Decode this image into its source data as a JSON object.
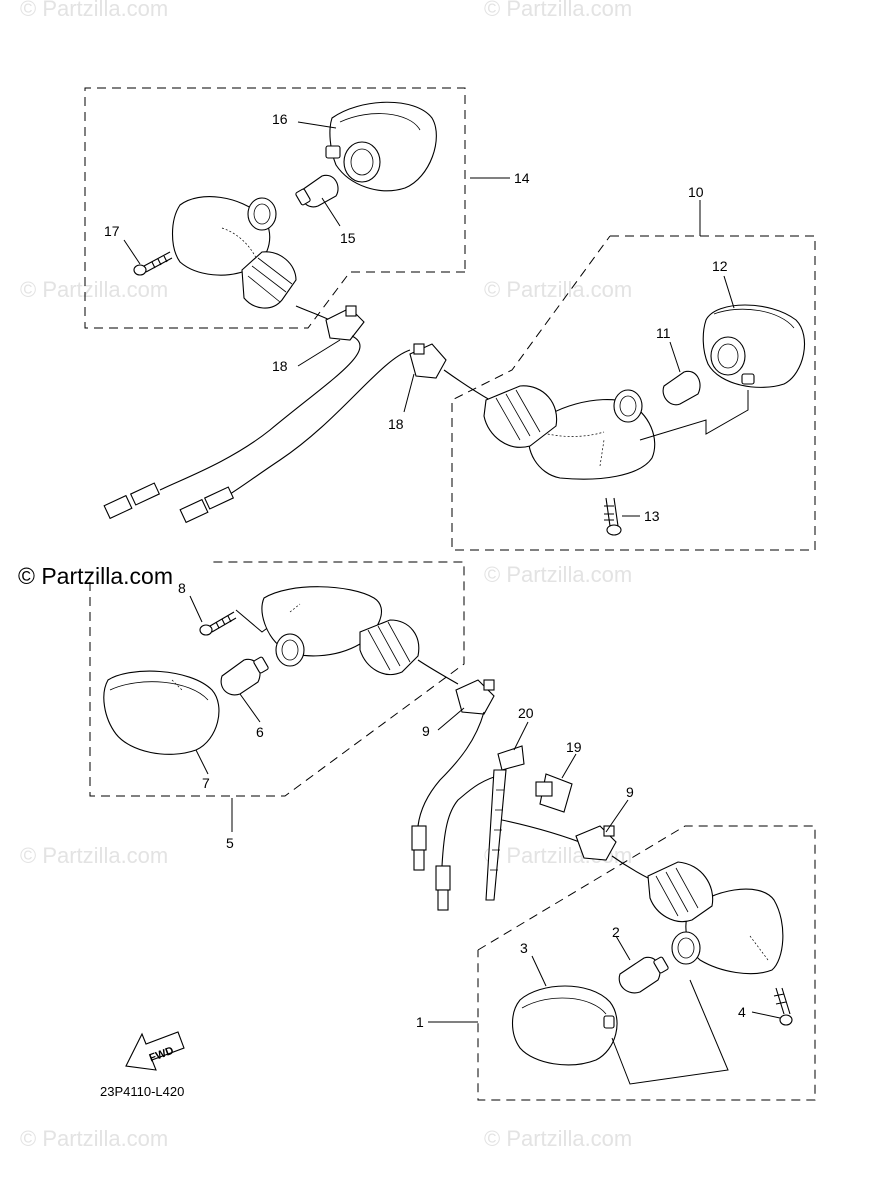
{
  "watermarks": {
    "faint": "© Partzilla.com",
    "strong": "© Partzilla.com"
  },
  "callouts": {
    "c1": "1",
    "c2": "2",
    "c3": "3",
    "c4": "4",
    "c5": "5",
    "c6": "6",
    "c7": "7",
    "c8": "8",
    "c9a": "9",
    "c9b": "9",
    "c10": "10",
    "c11": "11",
    "c12": "12",
    "c13": "13",
    "c14": "14",
    "c15": "15",
    "c16": "16",
    "c17": "17",
    "c18a": "18",
    "c18b": "18",
    "c19": "19",
    "c20": "20"
  },
  "direction_arrow": {
    "label": "FWD"
  },
  "diagram_code": "23P4110-L420",
  "colors": {
    "ink": "#000000",
    "watermark": "#e3e3e3",
    "background": "#ffffff"
  },
  "icons": {
    "direction": "fwd-arrow-icon"
  }
}
